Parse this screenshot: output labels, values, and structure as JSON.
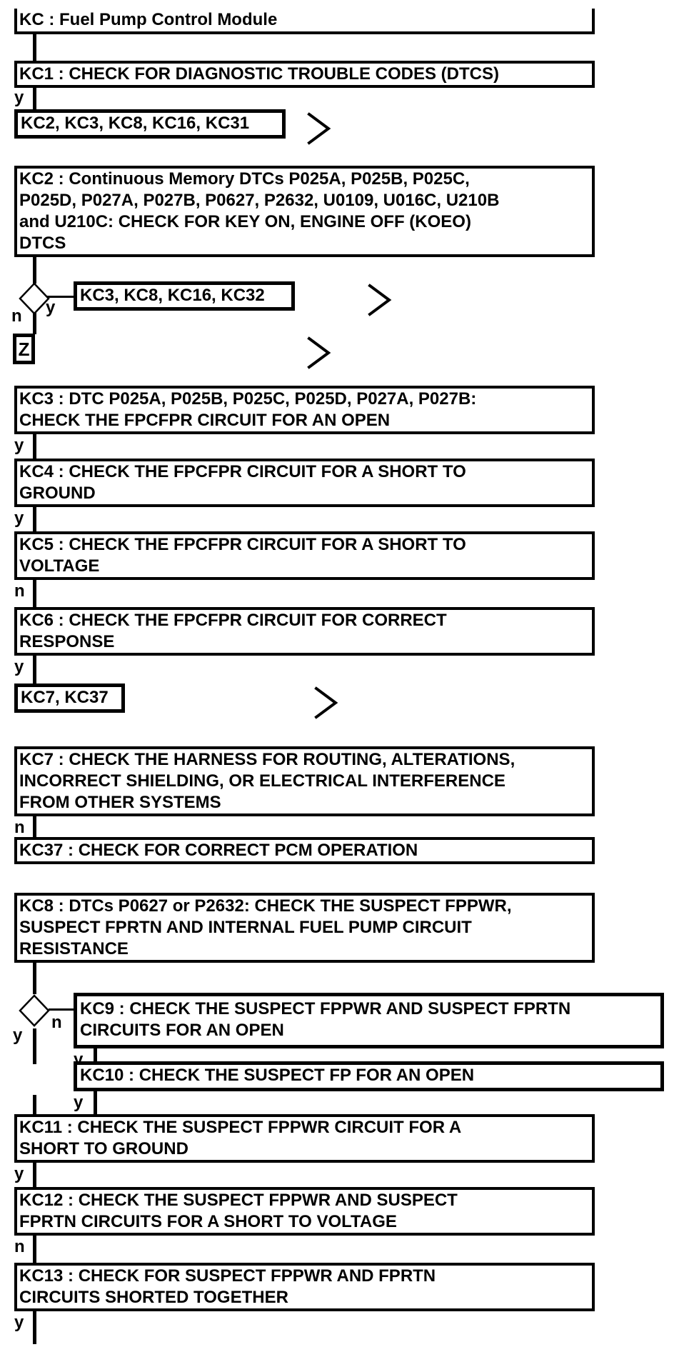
{
  "title": "KC : Fuel Pump Control Module",
  "labels": {
    "yes": "y",
    "no": "n"
  },
  "colors": {
    "line": "#000000",
    "background": "#ffffff"
  },
  "icons": {
    "continuation": "chevron-right-icon",
    "decision": "decision-diamond"
  },
  "boxes": {
    "kc1": "KC1 : CHECK FOR DIAGNOSTIC TROUBLE CODES (DTCS)",
    "kc1_targets": "KC2, KC3, KC8, KC16, KC31",
    "kc2": "KC2 : Continuous Memory DTCs P025A, P025B, P025C,\nP025D, P027A, P027B, P0627, P2632, U0109, U016C, U210B\nand U210C: CHECK FOR KEY ON, ENGINE OFF (KOEO)\nDTCS",
    "kc2_targets": "KC3, KC8, KC16, KC32",
    "z_connector": "Z",
    "kc3": "KC3 : DTC P025A, P025B, P025C, P025D, P027A, P027B:\nCHECK THE FPCFPR CIRCUIT FOR AN OPEN",
    "kc4": "KC4 : CHECK THE FPCFPR CIRCUIT FOR A SHORT TO\nGROUND",
    "kc5": "KC5 : CHECK THE FPCFPR CIRCUIT FOR A SHORT TO\nVOLTAGE",
    "kc6": "KC6 : CHECK THE FPCFPR CIRCUIT FOR CORRECT\nRESPONSE",
    "kc6_targets": "KC7, KC37",
    "kc7": "KC7 : CHECK THE HARNESS FOR ROUTING, ALTERATIONS,\nINCORRECT SHIELDING, OR ELECTRICAL INTERFERENCE\nFROM OTHER SYSTEMS",
    "kc37": "KC37 : CHECK FOR CORRECT PCM OPERATION",
    "kc8": "KC8 : DTCs P0627 or P2632: CHECK THE SUSPECT FPPWR,\nSUSPECT FPRTN AND INTERNAL FUEL PUMP CIRCUIT\nRESISTANCE",
    "kc9": "KC9 : CHECK THE SUSPECT FPPWR AND SUSPECT FPRTN\nCIRCUITS FOR AN OPEN",
    "kc10": "KC10 : CHECK THE SUSPECT FP FOR AN OPEN",
    "kc11": "KC11 : CHECK THE SUSPECT FPPWR CIRCUIT FOR A\nSHORT TO GROUND",
    "kc12": "KC12 : CHECK THE SUSPECT FPPWR AND SUSPECT\nFPRTN CIRCUITS FOR A SHORT TO VOLTAGE",
    "kc13": "KC13 : CHECK FOR SUSPECT FPPWR AND FPRTN\nCIRCUITS SHORTED TOGETHER"
  }
}
